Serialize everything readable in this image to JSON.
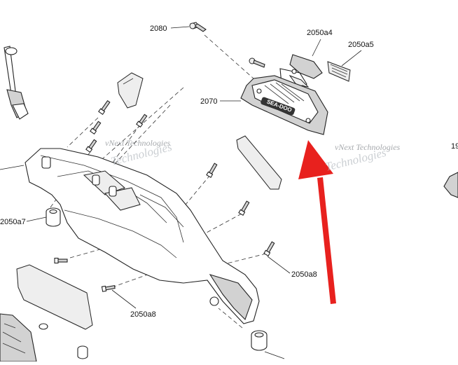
{
  "diagram": {
    "callouts": [
      {
        "id": "2080",
        "text": "2080"
      },
      {
        "id": "2050a4",
        "text": "2050a4"
      },
      {
        "id": "2050a5",
        "text": "2050a5"
      },
      {
        "id": "2070",
        "text": "2070"
      },
      {
        "id": "2050a7",
        "text": "2050a7"
      },
      {
        "id": "2050a8_right",
        "text": "2050a8"
      },
      {
        "id": "2050a8_bottom",
        "text": "2050a8"
      },
      {
        "id": "edge_19",
        "text": "19"
      }
    ],
    "watermarks": [
      {
        "id": "wm-left-line1",
        "text": "vNext Technologies"
      },
      {
        "id": "wm-left-line2",
        "text": "Technologies"
      },
      {
        "id": "wm-right-line1",
        "text": "vNext Technologies"
      },
      {
        "id": "wm-right-line2",
        "text": "Technologies"
      }
    ],
    "logo_text": "SEA-DOO",
    "colors": {
      "arrow": "#e8211e",
      "line": "#222222",
      "part_fill": "#d2d2d2",
      "watermark": "#9aa0a6"
    }
  }
}
